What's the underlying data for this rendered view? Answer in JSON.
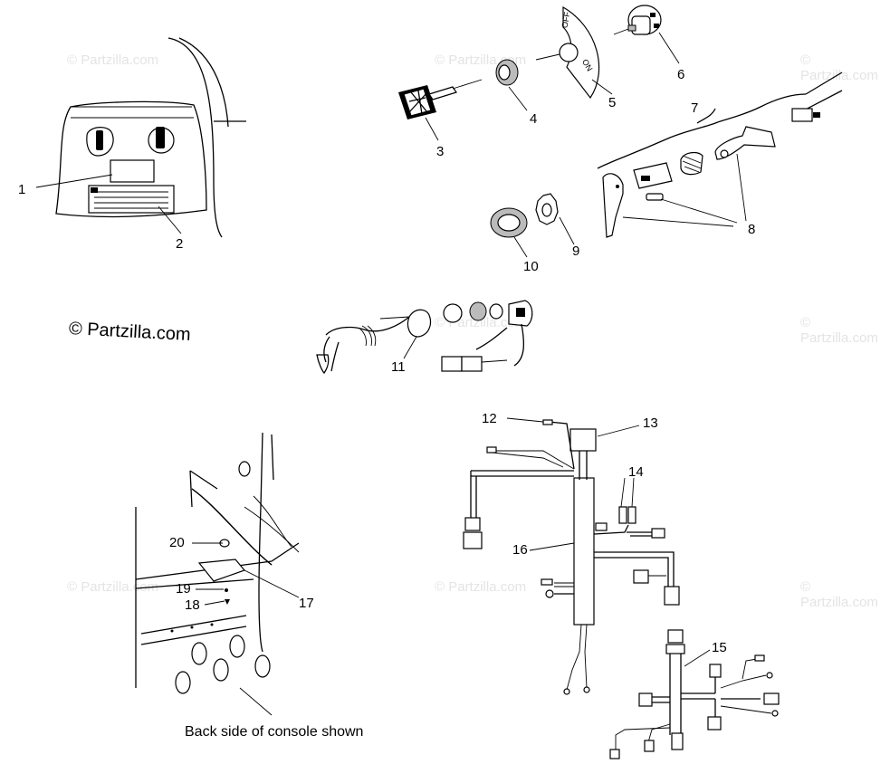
{
  "copyright": "© Partzilla.com",
  "watermark": "© Partzilla.com",
  "caption": "Back side of console shown",
  "callouts": [
    "1",
    "2",
    "3",
    "4",
    "5",
    "6",
    "7",
    "8",
    "9",
    "10",
    "11",
    "12",
    "13",
    "14",
    "15",
    "16",
    "17",
    "18",
    "19",
    "20"
  ],
  "switch_markings": {
    "off": "OFF",
    "on": "ON"
  }
}
